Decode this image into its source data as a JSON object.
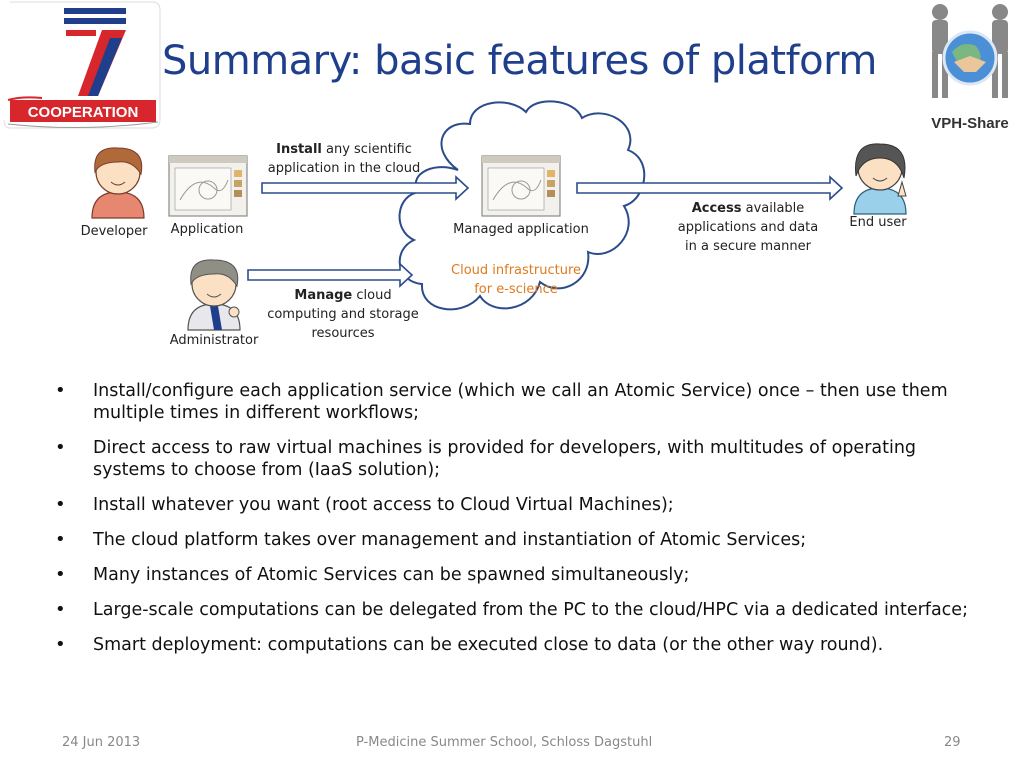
{
  "title": "Summary: basic features of platform",
  "logos": {
    "fp7_label": "COOPERATION",
    "vph_label": "VPH-Share"
  },
  "diagram": {
    "developer": "Developer",
    "application": "Application",
    "administrator": "Administrator",
    "managed_application": "Managed application",
    "cloud_line1": "Cloud infrastructure",
    "cloud_line2": "for e-science",
    "end_user": "End user",
    "install_bold": "Install",
    "install_rest_1": " any scientific",
    "install_rest_2": "application in the cloud",
    "manage_bold": "Manage",
    "manage_rest_1": " cloud",
    "manage_rest_2": "computing and storage",
    "manage_rest_3": "resources",
    "access_bold": "Access",
    "access_rest_1": " available",
    "access_rest_2": "applications and data",
    "access_rest_3": "in a secure manner"
  },
  "bullets": [
    "Install/configure each application service (which we call an Atomic Service) once – then use them multiple times in different workflows;",
    "Direct access to raw virtual machines is provided for developers, with multitudes of operating systems to choose from (IaaS solution);",
    "Install whatever you want (root access to Cloud Virtual Machines);",
    "The cloud platform takes over management and instantiation of Atomic Services;",
    "Many instances of Atomic Services can be spawned simultaneously;",
    "Large-scale computations can be delegated from the PC to the cloud/HPC via a dedicated interface;",
    "Smart deployment: computations can be executed close to data (or the other way round)."
  ],
  "footer": {
    "date": "24 Jun 2013",
    "event": "P-Medicine Summer School, Schloss Dagstuhl",
    "page": "29"
  },
  "colors": {
    "title": "#1f3f8c",
    "arrow_fill": "#ffffff",
    "arrow_stroke": "#2b4c8c",
    "cloud_stroke": "#2b4c8c",
    "cloud_text": "#e07a1f"
  }
}
